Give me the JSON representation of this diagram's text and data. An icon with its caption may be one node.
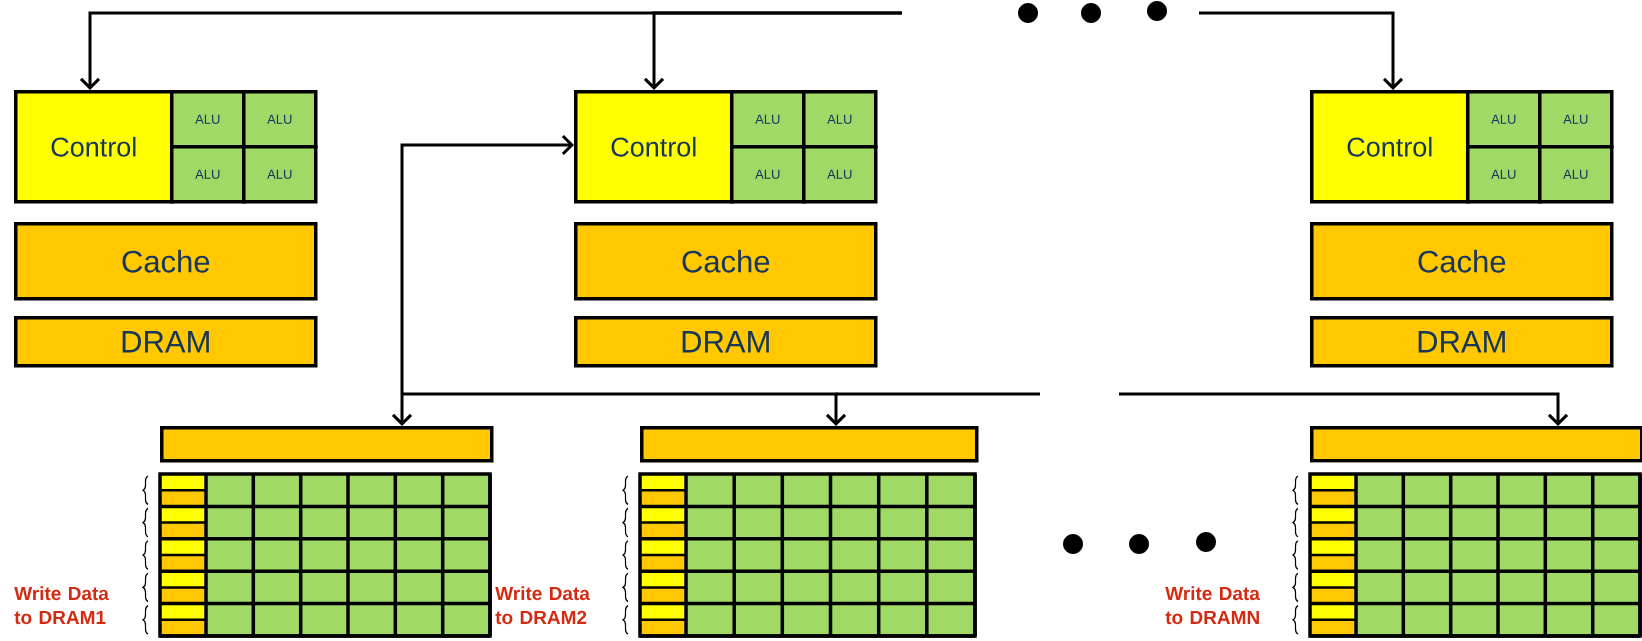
{
  "diagram": {
    "nodes": [
      {
        "text": [
          "Control"
        ]
      },
      {
        "text": [
          "ALU"
        ]
      },
      {
        "text": [
          "ALU"
        ]
      },
      {
        "text": [
          "ALU"
        ]
      },
      {
        "text": [
          "ALU"
        ]
      },
      {
        "text": [
          "Cache"
        ]
      },
      {
        "text": [
          "DRAM"
        ]
      },
      {
        "text": [
          "Control"
        ]
      },
      {
        "text": [
          "ALU"
        ]
      },
      {
        "text": [
          "ALU"
        ]
      },
      {
        "text": [
          "ALU"
        ]
      },
      {
        "text": [
          "ALU"
        ]
      },
      {
        "text": [
          "Cache"
        ]
      },
      {
        "text": [
          "DRAM"
        ]
      },
      {
        "text": [
          "Control"
        ]
      },
      {
        "text": [
          "ALU"
        ]
      },
      {
        "text": [
          "ALU"
        ]
      },
      {
        "text": [
          "ALU"
        ]
      },
      {
        "text": [
          "ALU"
        ]
      },
      {
        "text": [
          "Cache"
        ]
      },
      {
        "text": [
          "DRAM"
        ]
      },
      {
        "text": [],
        "shape": "bar"
      },
      {
        "text": [],
        "shape": "bar"
      },
      {
        "text": [],
        "shape": "bar"
      }
    ],
    "edges": [
      {
        "from": null,
        "to": 0,
        "arrow": "to"
      },
      {
        "from": null,
        "to": 7,
        "arrow": "to"
      },
      {
        "from": null,
        "to": 14,
        "arrow": "to"
      },
      {
        "from": null,
        "to": 7,
        "arrow": "to"
      },
      {
        "from": null,
        "to": 21,
        "arrow": "to"
      },
      {
        "from": null,
        "to": 22,
        "arrow": "to"
      },
      {
        "from": null,
        "to": 23,
        "arrow": "to"
      }
    ],
    "labels": [
      "Write Data to DRAM1",
      "Write Data to DRAM2",
      "Write Data to DRAMN"
    ]
  }
}
